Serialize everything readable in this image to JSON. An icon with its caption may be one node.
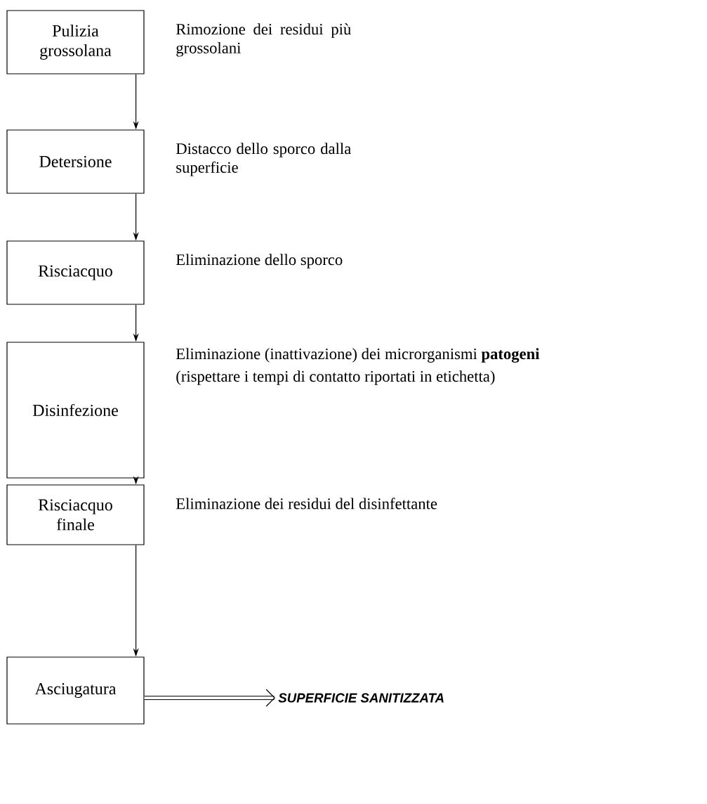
{
  "diagram": {
    "nodes": [
      {
        "text": [
          "Pulizia grossolana"
        ],
        "beside": [
          "Rimozione dei residui più grossolani"
        ]
      },
      {
        "text": [
          "Detersione"
        ],
        "beside": [
          "Distacco dello sporco dalla superficie"
        ]
      },
      {
        "text": [
          "Risciacquo"
        ],
        "beside": [
          "Eliminazione dello sporco"
        ]
      },
      {
        "text": [
          "Disinfezione"
        ],
        "beside": [
          "Eliminazione (inattivazione) dei microrganismi **patogeni**",
          "(rispettare i tempi di contatto riportati in etichetta)"
        ]
      },
      {
        "text": [
          "Risciacquo finale"
        ],
        "beside": [
          "Eliminazione dei residui del disinfettante"
        ]
      },
      {
        "text": [
          "Asciugatura"
        ]
      },
      {
        "text": [
          "SUPERFICIE SANITIZZATA"
        ]
      }
    ],
    "edges": [
      {
        "from": 0,
        "to": 1,
        "arrow": "to"
      },
      {
        "from": 1,
        "to": 2,
        "arrow": "to"
      },
      {
        "from": 2,
        "to": 3,
        "arrow": "to"
      },
      {
        "from": 3,
        "to": 4,
        "arrow": "to"
      },
      {
        "from": 4,
        "to": 5,
        "arrow": "to"
      },
      {
        "from": 5,
        "to": 6,
        "arrow": "to",
        "style": "thick"
      }
    ]
  }
}
